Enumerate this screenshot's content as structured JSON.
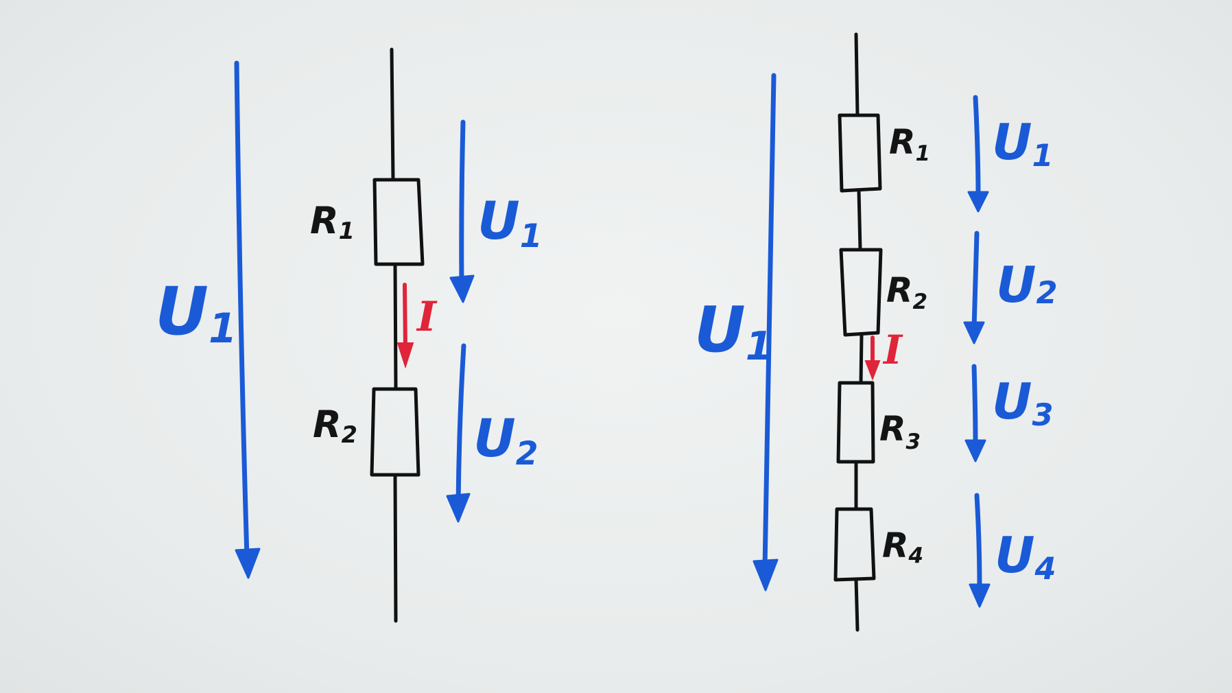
{
  "left_circuit": {
    "total_voltage": {
      "main": "U",
      "sub": "1"
    },
    "resistors": [
      {
        "main": "R",
        "sub": "1"
      },
      {
        "main": "R",
        "sub": "2"
      }
    ],
    "voltages": [
      {
        "main": "U",
        "sub": "1"
      },
      {
        "main": "U",
        "sub": "2"
      }
    ],
    "current": "I"
  },
  "right_circuit": {
    "total_voltage": {
      "main": "U",
      "sub": "1"
    },
    "resistors": [
      {
        "main": "R",
        "sub": "1"
      },
      {
        "main": "R",
        "sub": "2"
      },
      {
        "main": "R",
        "sub": "3"
      },
      {
        "main": "R",
        "sub": "4"
      }
    ],
    "voltages": [
      {
        "main": "U",
        "sub": "1"
      },
      {
        "main": "U",
        "sub": "2"
      },
      {
        "main": "U",
        "sub": "3"
      },
      {
        "main": "U",
        "sub": "4"
      }
    ],
    "current": "I"
  },
  "colors": {
    "wire": "#111111",
    "voltage_arrow": "#1a5ad6",
    "current_arrow": "#e0243a",
    "board": "#e9ecec"
  }
}
